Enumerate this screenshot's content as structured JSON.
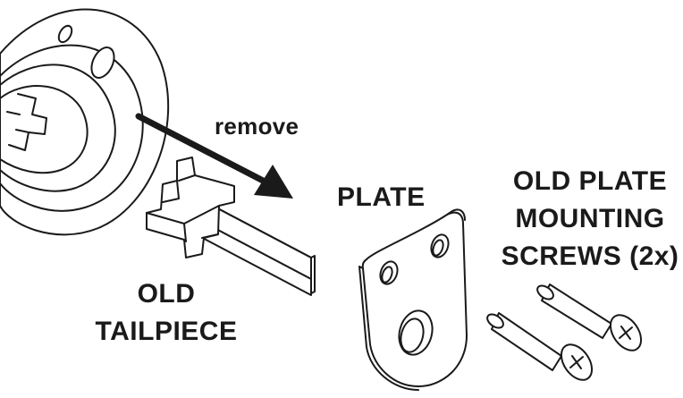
{
  "labels": {
    "remove": "remove",
    "plate": "PLATE",
    "screws": [
      "OLD PLATE",
      "MOUNTING",
      "SCREWS (2x)"
    ],
    "tailpiece": [
      "OLD",
      "TAILPIECE"
    ]
  },
  "colors": {
    "line": "#1a1a1a",
    "background": "#ffffff"
  }
}
